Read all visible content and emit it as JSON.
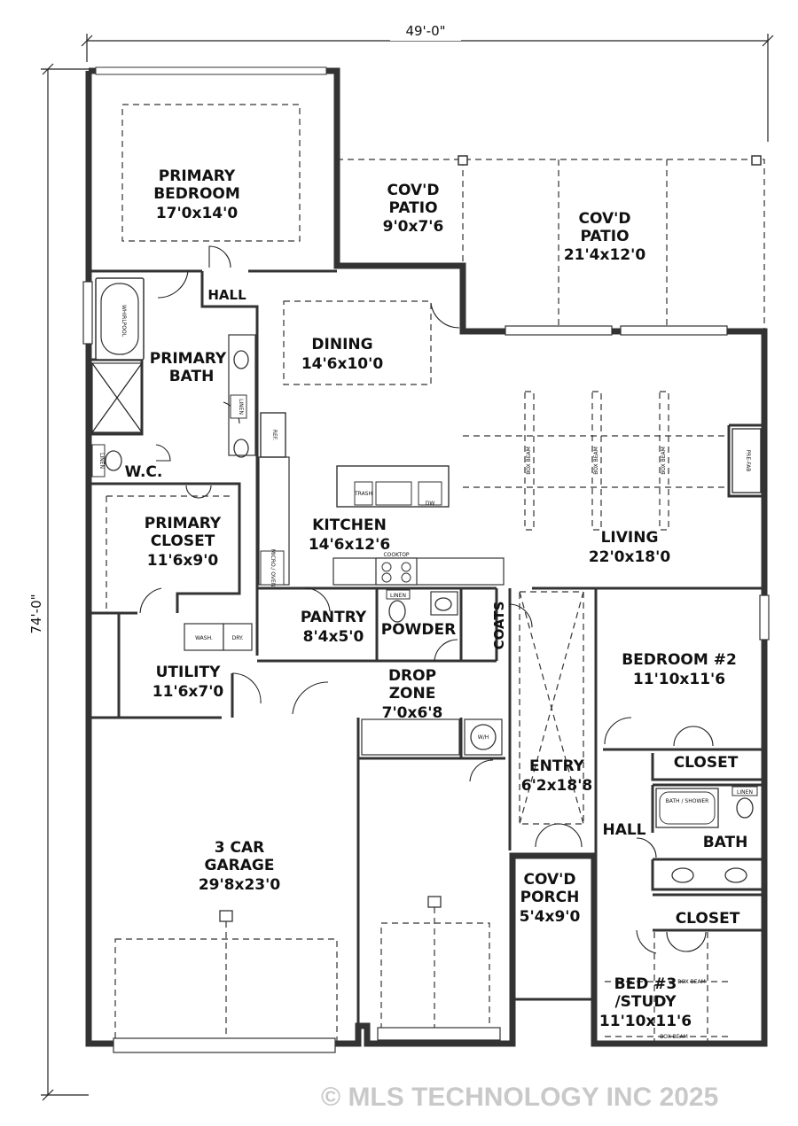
{
  "dimensions": {
    "width_total": "49'-0\"",
    "depth_total": "74'-0\""
  },
  "rooms": {
    "primary_bedroom": {
      "name_1": "PRIMARY",
      "name_2": "BEDROOM",
      "size": "17'0x14'0"
    },
    "covd_patio_small": {
      "name_1": "COV'D",
      "name_2": "PATIO",
      "size": "9'0x7'6"
    },
    "covd_patio_large": {
      "name_1": "COV'D",
      "name_2": "PATIO",
      "size": "21'4x12'0"
    },
    "hall_top": {
      "name": "HALL"
    },
    "dining": {
      "name": "DINING",
      "size": "14'6x10'0"
    },
    "primary_bath": {
      "name_1": "PRIMARY",
      "name_2": "BATH"
    },
    "wc": {
      "name": "W.C."
    },
    "primary_closet": {
      "name_1": "PRIMARY",
      "name_2": "CLOSET",
      "size": "11'6x9'0"
    },
    "kitchen": {
      "name": "KITCHEN",
      "size": "14'6x12'6"
    },
    "living": {
      "name": "LIVING",
      "size": "22'0x18'0"
    },
    "pantry": {
      "name": "PANTRY",
      "size": "8'4x5'0"
    },
    "powder": {
      "name": "POWDER"
    },
    "coats": {
      "name": "COATS"
    },
    "utility": {
      "name": "UTILITY",
      "size": "11'6x7'0"
    },
    "drop_zone": {
      "name_1": "DROP",
      "name_2": "ZONE",
      "size": "7'0x6'8"
    },
    "bedroom_2": {
      "name": "BEDROOM #2",
      "size": "11'10x11'6"
    },
    "closet_upper": {
      "name": "CLOSET"
    },
    "entry": {
      "name": "ENTRY",
      "size": "6'2x18'8"
    },
    "hall_right": {
      "name": "HALL"
    },
    "bath": {
      "name": "BATH"
    },
    "garage": {
      "name_1": "3 CAR",
      "name_2": "GARAGE",
      "size": "29'8x23'0"
    },
    "covd_porch": {
      "name_1": "COV'D",
      "name_2": "PORCH",
      "size": "5'4x9'0"
    },
    "closet_lower": {
      "name": "CLOSET"
    },
    "bed_3": {
      "name_1": "BED #3",
      "name_2": "/STUDY",
      "size": "11'10x11'6"
    }
  },
  "fixtures": {
    "whirlpool": "WHIRLPOOL",
    "linen": "LINEN",
    "ref": "REF.",
    "micro_oven": "MICRO./ OVEN",
    "trash": "TRASH",
    "dw": "DW",
    "cooktop": "COOKTOP",
    "fireplace": "PRE-FAB",
    "wash": "WASH.",
    "dry": "DRY.",
    "water_heater": "W/H",
    "bath_shower": "BATH / SHOWER",
    "box_beam": "BOX BEAM"
  },
  "watermark": "© MLS TECHNOLOGY INC 2025"
}
